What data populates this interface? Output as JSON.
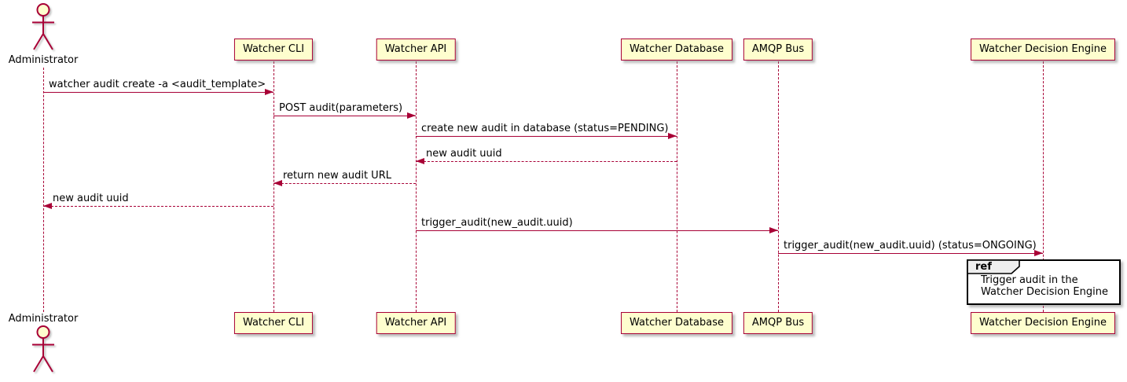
{
  "diagram_type": "uml-sequence-diagram",
  "colors": {
    "background": "#FFFFFF",
    "participant_fill": "#FEFECE",
    "line_and_border": "#A80036",
    "text": "#000000",
    "frame_border": "#000000",
    "frame_tag_fill": "#EEEEEE"
  },
  "participants": [
    {
      "label": "Administrator",
      "type": "actor"
    },
    {
      "label": "Watcher CLI",
      "type": "participant"
    },
    {
      "label": "Watcher API",
      "type": "participant"
    },
    {
      "label": "Watcher Database",
      "type": "participant"
    },
    {
      "label": "AMQP Bus",
      "type": "participant"
    },
    {
      "label": "Watcher Decision Engine",
      "type": "participant"
    }
  ],
  "messages": [
    {
      "from": "Administrator",
      "to": "Watcher CLI",
      "style": "solid",
      "label": "watcher audit create -a <audit_template>"
    },
    {
      "from": "Watcher CLI",
      "to": "Watcher API",
      "style": "solid",
      "label": "POST audit(parameters)"
    },
    {
      "from": "Watcher API",
      "to": "Watcher Database",
      "style": "solid",
      "label": "create new audit in database (status=PENDING)"
    },
    {
      "from": "Watcher Database",
      "to": "Watcher API",
      "style": "dashed",
      "label": "new audit uuid"
    },
    {
      "from": "Watcher API",
      "to": "Watcher CLI",
      "style": "dashed",
      "label": "return new audit URL"
    },
    {
      "from": "Watcher CLI",
      "to": "Administrator",
      "style": "dashed",
      "label": "new audit uuid"
    },
    {
      "from": "Watcher API",
      "to": "AMQP Bus",
      "style": "solid",
      "label": "trigger_audit(new_audit.uuid)"
    },
    {
      "from": "AMQP Bus",
      "to": "Watcher Decision Engine",
      "style": "solid",
      "label": "trigger_audit(new_audit.uuid) (status=ONGOING)"
    }
  ],
  "ref_fragment": {
    "tag": "ref",
    "over": "Watcher Decision Engine",
    "lines": [
      "Trigger audit in the",
      "Watcher Decision Engine"
    ]
  }
}
